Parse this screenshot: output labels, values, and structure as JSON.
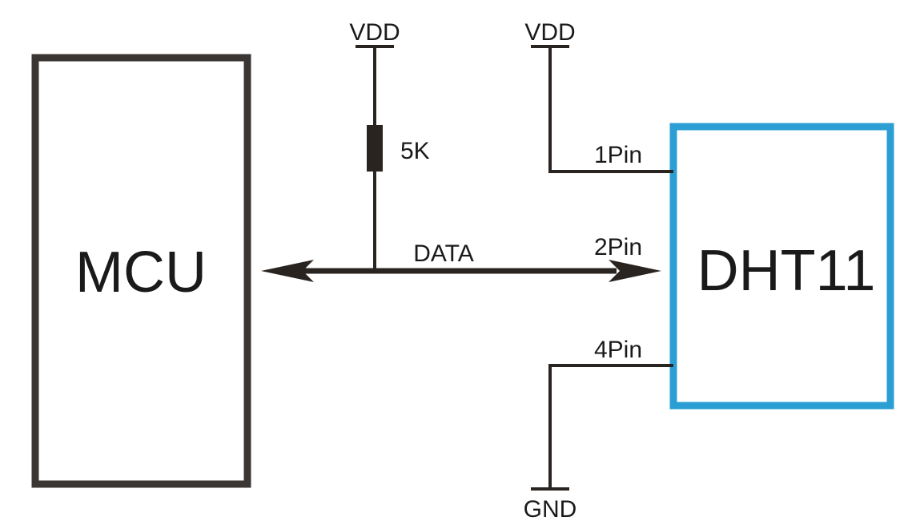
{
  "mcu": {
    "label": "MCU"
  },
  "sensor": {
    "label": "DHT11",
    "border_color": "#2b9fd3"
  },
  "pullup": {
    "supply_label": "VDD",
    "resistor_label": "5K"
  },
  "sensor_supply": {
    "supply_label": "VDD"
  },
  "data_line": {
    "label": "DATA"
  },
  "pins": {
    "pin1": "1Pin",
    "pin2": "2Pin",
    "pin4": "4Pin"
  },
  "ground": {
    "label": "GND"
  },
  "colors": {
    "wire": "#2a2420",
    "mcu_border": "#3a3633",
    "sensor_border": "#2b9fd3"
  }
}
